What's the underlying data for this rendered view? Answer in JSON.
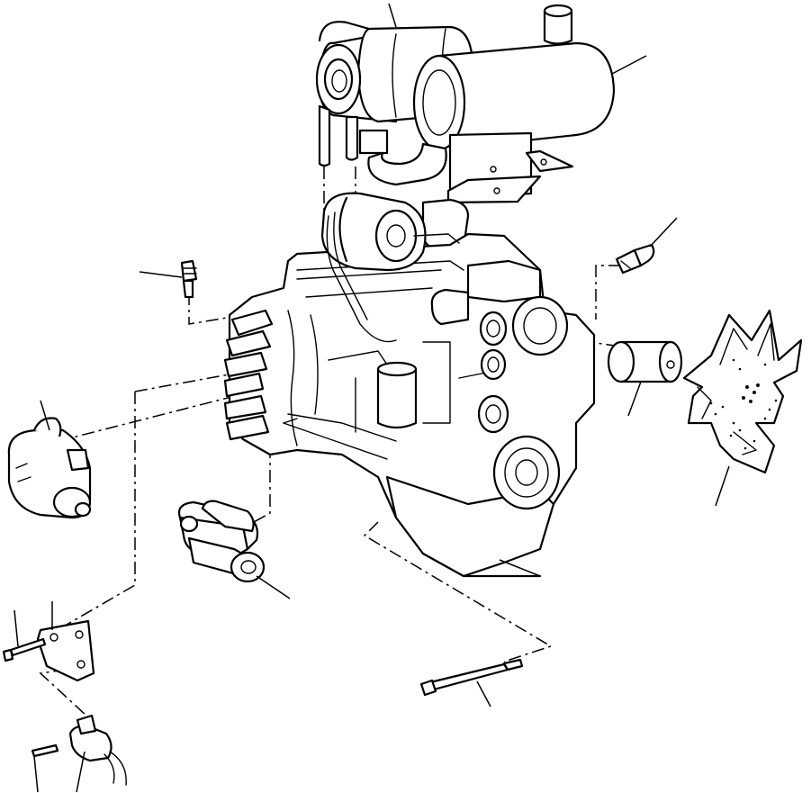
{
  "diagram": {
    "parts": [
      {
        "id": "air-cleaner"
      },
      {
        "id": "muffler"
      },
      {
        "id": "engine-block"
      },
      {
        "id": "turbocharger"
      },
      {
        "id": "water-temp-sensor"
      },
      {
        "id": "oil-pressure-switch"
      },
      {
        "id": "alternator"
      },
      {
        "id": "starter-motor"
      },
      {
        "id": "fuel-filter"
      },
      {
        "id": "fan"
      },
      {
        "id": "mounting-bracket"
      },
      {
        "id": "bolt"
      },
      {
        "id": "solenoid"
      },
      {
        "id": "dipstick"
      }
    ]
  }
}
